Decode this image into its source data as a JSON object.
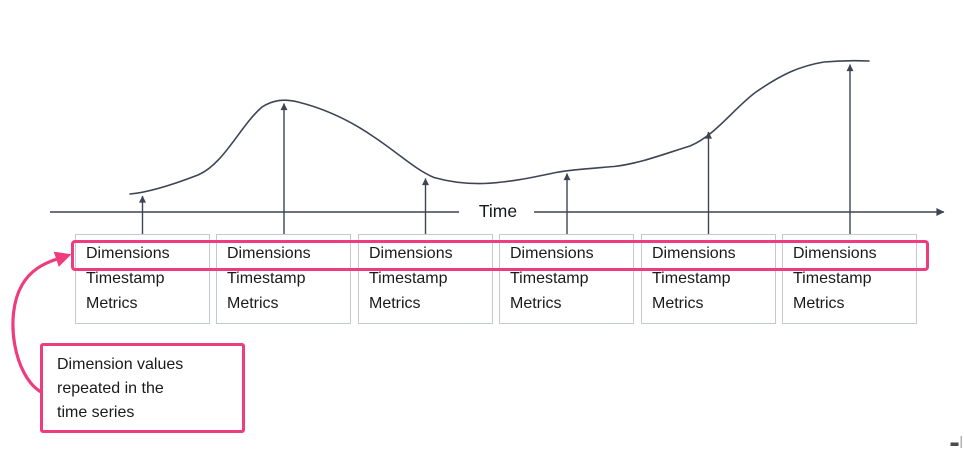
{
  "diagram": {
    "axis_label": "Time",
    "records": [
      {
        "dimensions": "Dimensions",
        "timestamp": "Timestamp",
        "metrics": "Metrics"
      },
      {
        "dimensions": "Dimensions",
        "timestamp": "Timestamp",
        "metrics": "Metrics"
      },
      {
        "dimensions": "Dimensions",
        "timestamp": "Timestamp",
        "metrics": "Metrics"
      },
      {
        "dimensions": "Dimensions",
        "timestamp": "Timestamp",
        "metrics": "Metrics"
      },
      {
        "dimensions": "Dimensions",
        "timestamp": "Timestamp",
        "metrics": "Metrics"
      },
      {
        "dimensions": "Dimensions",
        "timestamp": "Timestamp",
        "metrics": "Metrics"
      }
    ],
    "callout": {
      "lines": [
        "Dimension values",
        "repeated in the",
        "time series"
      ]
    },
    "colors": {
      "accent_pink": "#ed3d7f",
      "line_dark": "#3d4454",
      "box_border": "#c4c9d0",
      "text": "#1a1a1a",
      "background": "#ffffff"
    }
  }
}
